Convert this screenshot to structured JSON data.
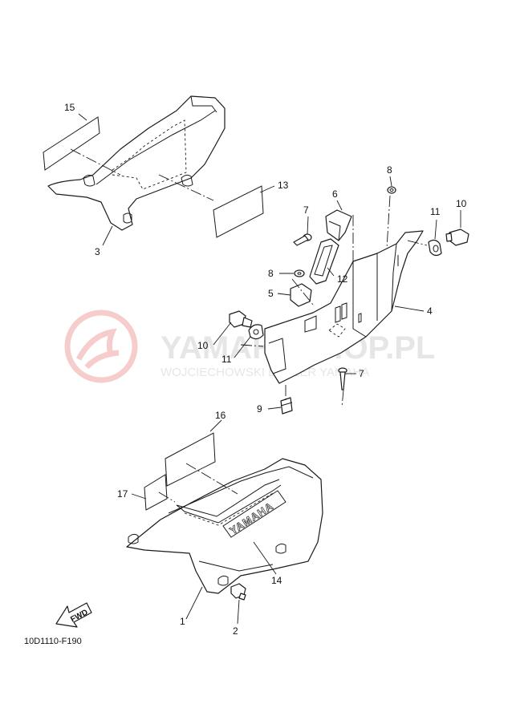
{
  "diagram": {
    "drawing_code": "10D1110-F190",
    "watermark": {
      "brand": "YAMAHASHOP.PL",
      "dealer": "WOJCIECHOWSKI DEALER YAMAHA",
      "emblem_color": "#f6cccc"
    },
    "fwd_arrow": "FWD",
    "emblem_text": "YAMAHA",
    "callouts": [
      {
        "id": "c1",
        "text": "1"
      },
      {
        "id": "c2",
        "text": "2"
      },
      {
        "id": "c3",
        "text": "3"
      },
      {
        "id": "c4",
        "text": "4"
      },
      {
        "id": "c5",
        "text": "5"
      },
      {
        "id": "c6",
        "text": "6"
      },
      {
        "id": "c7a",
        "text": "7"
      },
      {
        "id": "c7b",
        "text": "7"
      },
      {
        "id": "c8a",
        "text": "8"
      },
      {
        "id": "c8b",
        "text": "8"
      },
      {
        "id": "c9",
        "text": "9"
      },
      {
        "id": "c10a",
        "text": "10"
      },
      {
        "id": "c10b",
        "text": "10"
      },
      {
        "id": "c11a",
        "text": "11"
      },
      {
        "id": "c11b",
        "text": "11"
      },
      {
        "id": "c12",
        "text": "12"
      },
      {
        "id": "c13",
        "text": "13"
      },
      {
        "id": "c14",
        "text": "14"
      },
      {
        "id": "c15",
        "text": "15"
      },
      {
        "id": "c16",
        "text": "16"
      },
      {
        "id": "c17",
        "text": "17"
      }
    ]
  }
}
